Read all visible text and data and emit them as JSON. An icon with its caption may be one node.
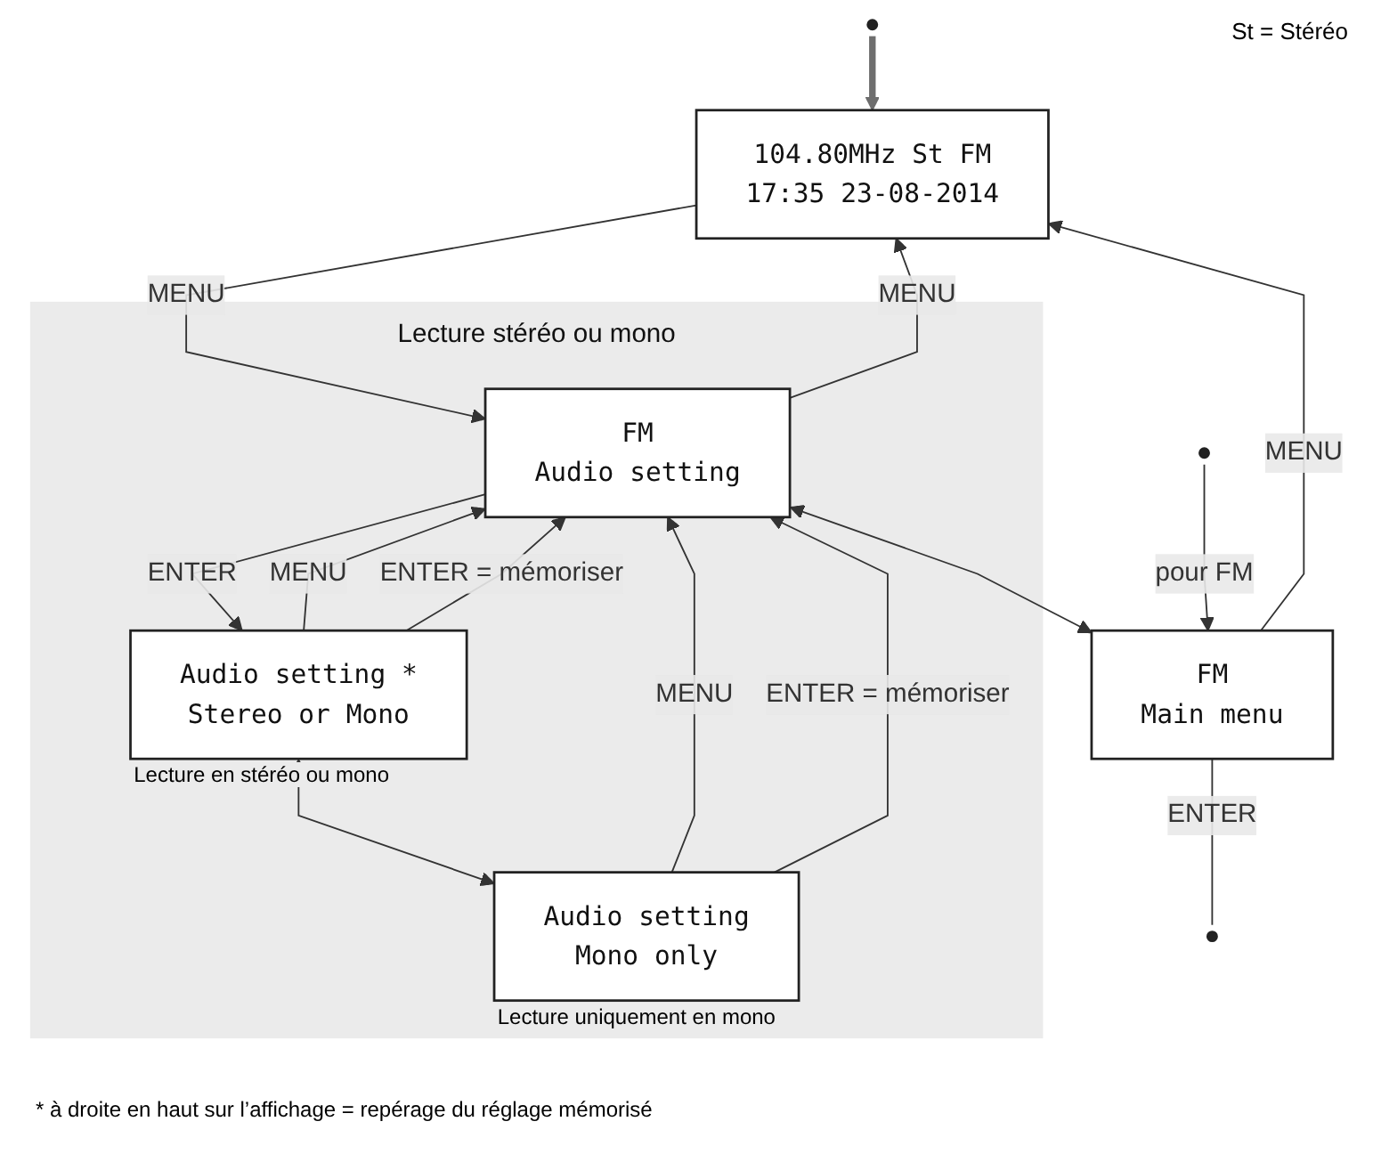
{
  "diagram": {
    "nodes": [
      {
        "text": [
          "104.80MHz St   FM",
          "17:35 23-08-2014"
        ]
      },
      {
        "text": [
          "Lecture stéréo ou mono"
        ]
      },
      {
        "text": [
          "FM",
          "Audio setting"
        ],
        "in": 1
      },
      {
        "text": [
          "Audio setting *",
          "Stereo or Mono"
        ],
        "in": 1,
        "beside": [
          "Lecture en stéréo ou mono"
        ]
      },
      {
        "text": [
          "Audio setting",
          "Mono only"
        ],
        "in": 1,
        "beside": [
          "Lecture uniquement en mono"
        ]
      },
      {
        "text": [
          "FM",
          "Main menu"
        ]
      }
    ],
    "edges": [
      {
        "from": null,
        "to": 0,
        "arrow": "to",
        "style": "thick",
        "color": "#6e6e6e"
      },
      {
        "from": 0,
        "to": 2,
        "arrow": "to",
        "label": "MENU"
      },
      {
        "from": 2,
        "to": 0,
        "arrow": "to",
        "label": "MENU"
      },
      {
        "from": 5,
        "to": 0,
        "arrow": "to",
        "label": "MENU"
      },
      {
        "from": 2,
        "to": 5,
        "arrow": "both"
      },
      {
        "from": 2,
        "to": 3,
        "arrow": "to",
        "label": "ENTER"
      },
      {
        "from": 3,
        "to": 2,
        "arrow": "to",
        "label": "MENU"
      },
      {
        "from": 4,
        "to": 2,
        "arrow": "to",
        "label": "MENU"
      },
      {
        "from": 3,
        "to": 4,
        "arrow": "both"
      },
      {
        "from": 3,
        "to": 2,
        "arrow": "to",
        "label": "ENTER = mémoriser"
      },
      {
        "from": 4,
        "to": 2,
        "arrow": "to",
        "label": "ENTER = mémoriser"
      },
      {
        "from": 5,
        "to": null,
        "arrow": "none",
        "label": "ENTER"
      },
      {
        "from": null,
        "to": 5,
        "arrow": "to",
        "label": "pour FM"
      }
    ],
    "labels": [
      "St = Stéréo",
      "* à droite en haut sur l’affichage = repérage du réglage mémorisé"
    ]
  }
}
